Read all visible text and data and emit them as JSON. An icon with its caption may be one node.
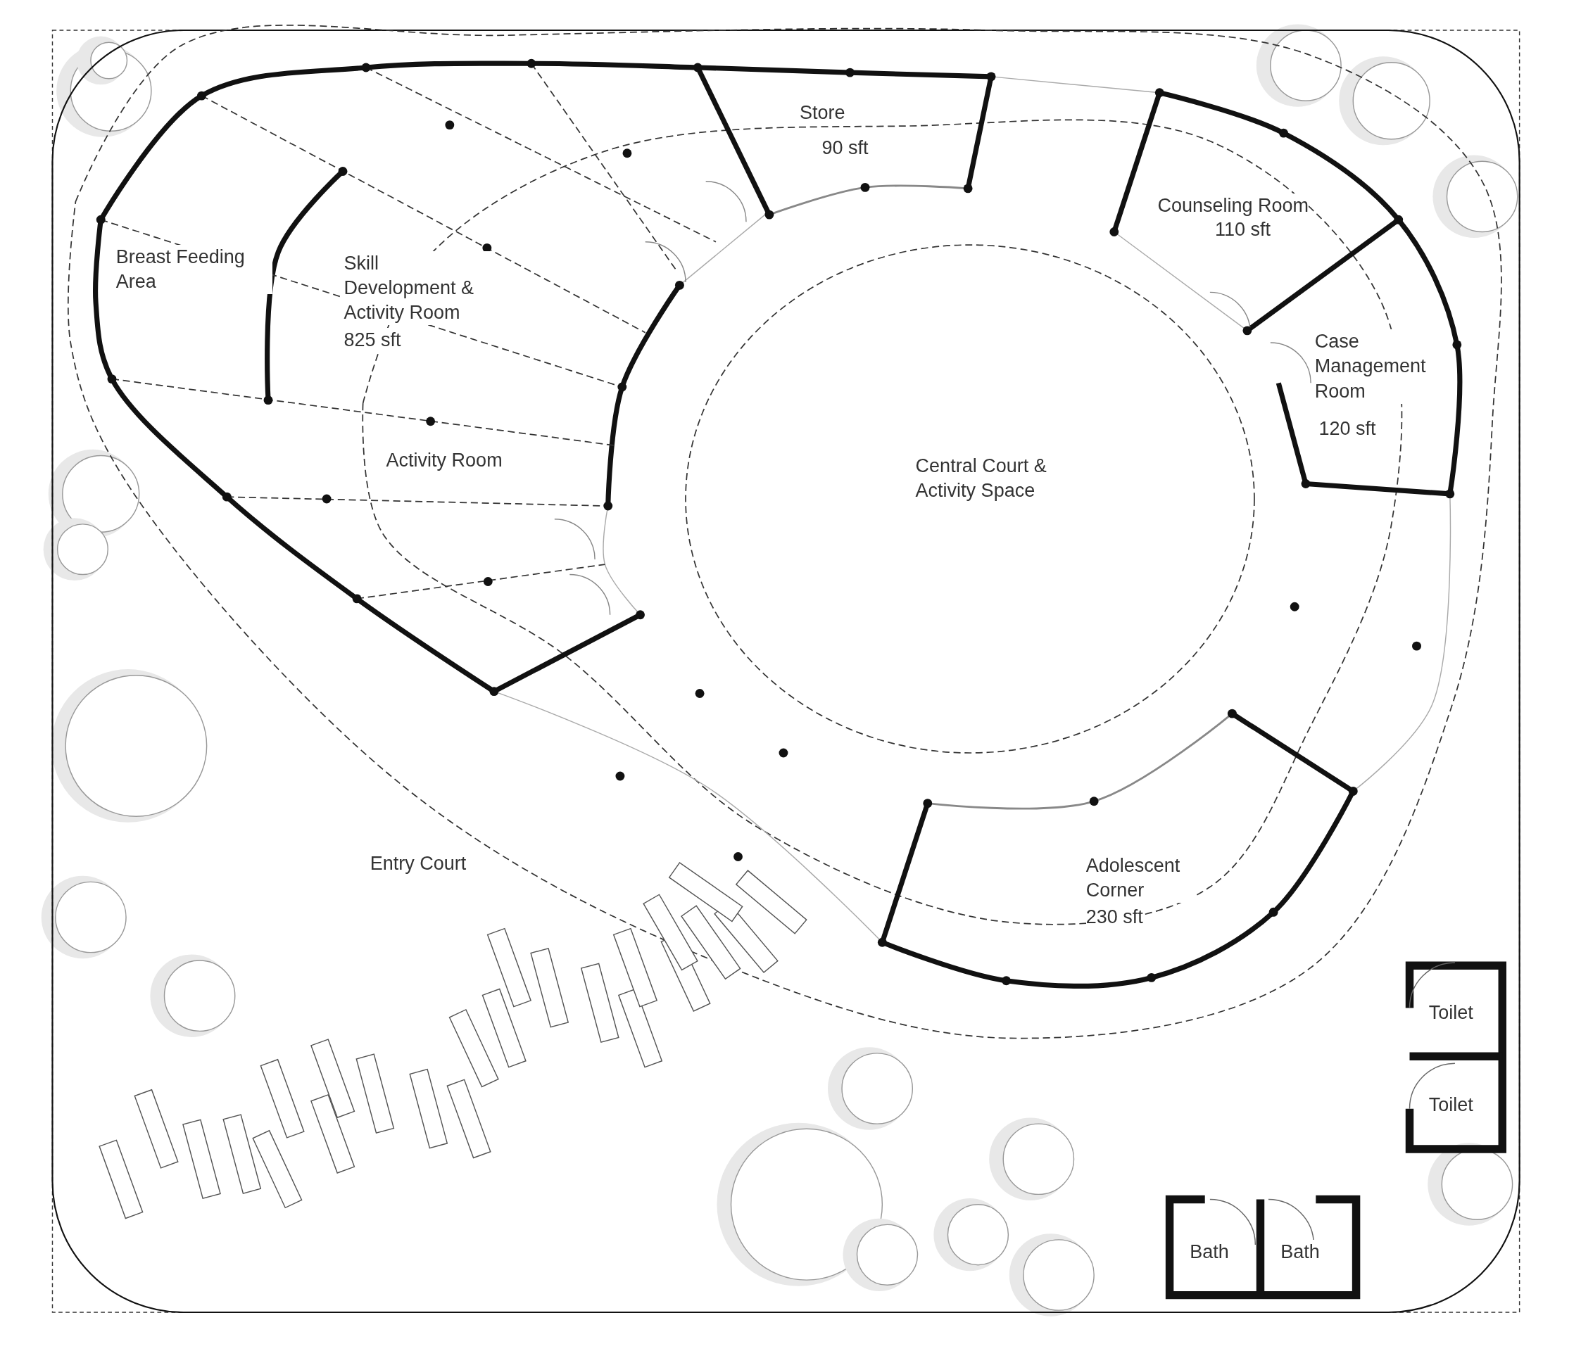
{
  "diagram": {
    "labels": [
      "Store",
      "90 sft",
      "Counseling Room",
      "110 sft",
      "Breast Feeding Area",
      "Skill Development & Activity Room",
      "825 sft",
      "Case Management Room",
      "120 sft",
      "Central Court & Activity Space",
      "Activity Room",
      "Entry Court",
      "Adolescent Corner",
      "230 sft",
      "Toilet",
      "Toilet",
      "Bath",
      "Bath"
    ]
  }
}
